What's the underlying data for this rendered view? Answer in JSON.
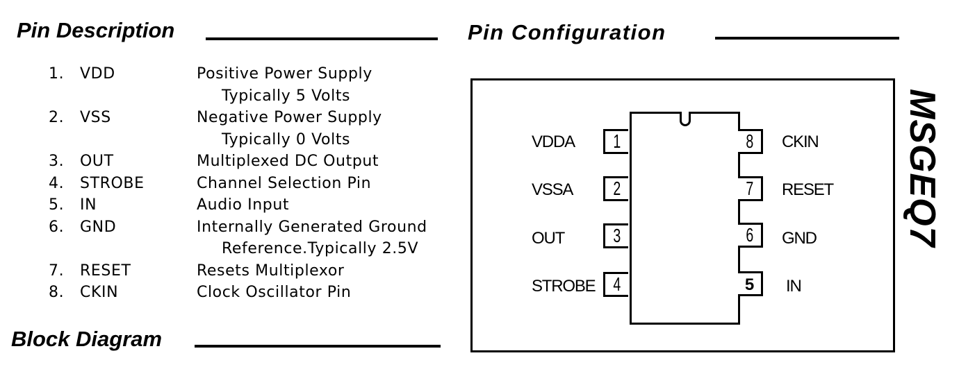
{
  "sections": {
    "pin_description": {
      "title": "Pin Description"
    },
    "pin_configuration": {
      "title": "Pin Configuration",
      "part_number": "MSGEQ7"
    },
    "block_diagram": {
      "title": "Block Diagram"
    }
  },
  "pin_descriptions": [
    {
      "num": "1.",
      "name": "VDD",
      "desc": "Positive Power Supply",
      "cont": "Typically 5 Volts"
    },
    {
      "num": "2.",
      "name": "VSS",
      "desc": "Negative Power Supply",
      "cont": "Typically 0 Volts"
    },
    {
      "num": "3.",
      "name": "OUT",
      "desc": "Multiplexed DC Output"
    },
    {
      "num": "4.",
      "name": "STROBE",
      "desc": "Channel Selection Pin"
    },
    {
      "num": "5.",
      "name": "IN",
      "desc": "Audio Input"
    },
    {
      "num": "6.",
      "name": "GND",
      "desc": "Internally Generated Ground",
      "cont": "Reference.Typically 2.5V"
    },
    {
      "num": "7.",
      "name": "RESET",
      "desc": "Resets Multiplexor"
    },
    {
      "num": "8.",
      "name": "CKIN",
      "desc": "Clock Oscillator Pin"
    }
  ],
  "pinout": {
    "left": [
      {
        "number": "1",
        "label": "VDDA"
      },
      {
        "number": "2",
        "label": "VSSA"
      },
      {
        "number": "3",
        "label": "OUT"
      },
      {
        "number": "4",
        "label": "STROBE"
      }
    ],
    "right": [
      {
        "number": "8",
        "label": "CKIN"
      },
      {
        "number": "7",
        "label": "RESET"
      },
      {
        "number": "6",
        "label": "GND"
      },
      {
        "number": "5",
        "label": "IN"
      }
    ]
  }
}
